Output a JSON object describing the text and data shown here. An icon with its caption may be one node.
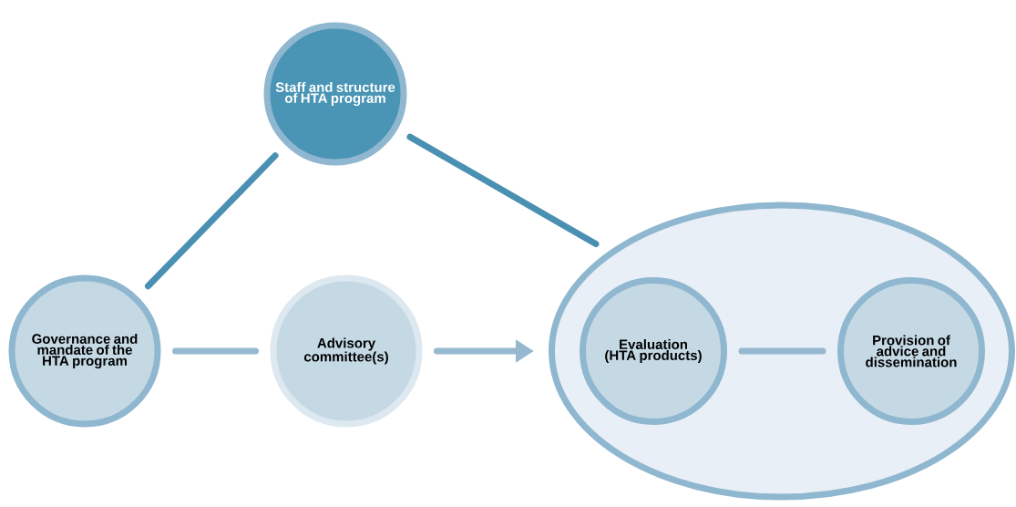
{
  "diagram": {
    "nodes": [
      {
        "text": [
          "Staff and structure of HTA program"
        ]
      },
      {
        "text": [
          "Governance and mandate of the HTA program"
        ]
      },
      {
        "text": [
          "Advisory committee(s)"
        ]
      },
      {
        "text": [],
        "shape": "ellipse"
      },
      {
        "text": [
          "Evaluation (HTA products)"
        ],
        "in": 3
      },
      {
        "text": [
          "Provision of advice and dissemination"
        ],
        "in": 3
      }
    ],
    "edges": [
      {
        "from": 0,
        "to": 1,
        "arrow": "none",
        "color": "#4a90b2"
      },
      {
        "from": 0,
        "to": 3,
        "arrow": "none",
        "color": "#4a90b2"
      },
      {
        "from": 1,
        "to": 2,
        "arrow": "none"
      },
      {
        "from": 2,
        "to": 3,
        "arrow": "to"
      },
      {
        "from": 4,
        "to": 5,
        "arrow": "none"
      }
    ]
  }
}
